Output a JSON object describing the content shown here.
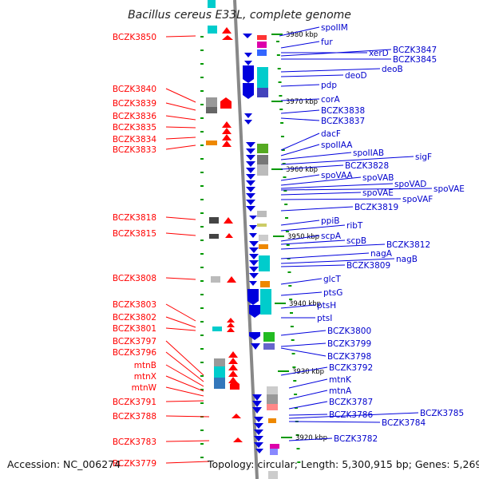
{
  "title": "Bacillus cereus E33L, complete genome",
  "footer": {
    "accession": "Accession: NC_006274",
    "topology": "Topology: circular; Length: 5,300,915 bp; Genes: 5,269"
  },
  "colors": {
    "minus_strand": "#ff0000",
    "plus_strand": "#0000dd",
    "backbone": "#888888",
    "tick": "#009900"
  },
  "left_labels": [
    "BCZK3850",
    "BCZK3840",
    "BCZK3839",
    "BCZK3836",
    "BCZK3835",
    "BCZK3834",
    "BCZK3833",
    "BCZK3818",
    "BCZK3815",
    "BCZK3808",
    "BCZK3803",
    "BCZK3802",
    "BCZK3801",
    "BCZK3797",
    "BCZK3796",
    "mtnB",
    "mtnX",
    "mtnW",
    "BCZK3791",
    "BCZK3788",
    "BCZK3783",
    "BCZK3779"
  ],
  "right_labels": [
    "spoIIM",
    "fur",
    "xerD",
    "BCZK3847",
    "BCZK3845",
    "deoB",
    "deoD",
    "pdp",
    "corA",
    "BCZK3838",
    "BCZK3837",
    "dacF",
    "spoIIAA",
    "spoIIAB",
    "sigF",
    "BCZK3828",
    "spoVAA",
    "spoVAB",
    "spoVAD",
    "spoVAE",
    "spoVAE",
    "spoVAF",
    "BCZK3819",
    "ppiB",
    "ribT",
    "scpA",
    "scpB",
    "BCZK3812",
    "nagA",
    "nagB",
    "BCZK3809",
    "glcT",
    "ptsG",
    "ptsH",
    "ptsI",
    "BCZK3800",
    "BCZK3799",
    "BCZK3798",
    "BCZK3792",
    "mtnK",
    "mtnA",
    "BCZK3787",
    "BCZK3786",
    "BCZK3785",
    "BCZK3784",
    "BCZK3782"
  ],
  "kbp_marks": [
    "3980 kbp",
    "3970 kbp",
    "3960 kbp",
    "3950 kbp",
    "3940 kbp",
    "3930 kbp",
    "3920 kbp"
  ]
}
